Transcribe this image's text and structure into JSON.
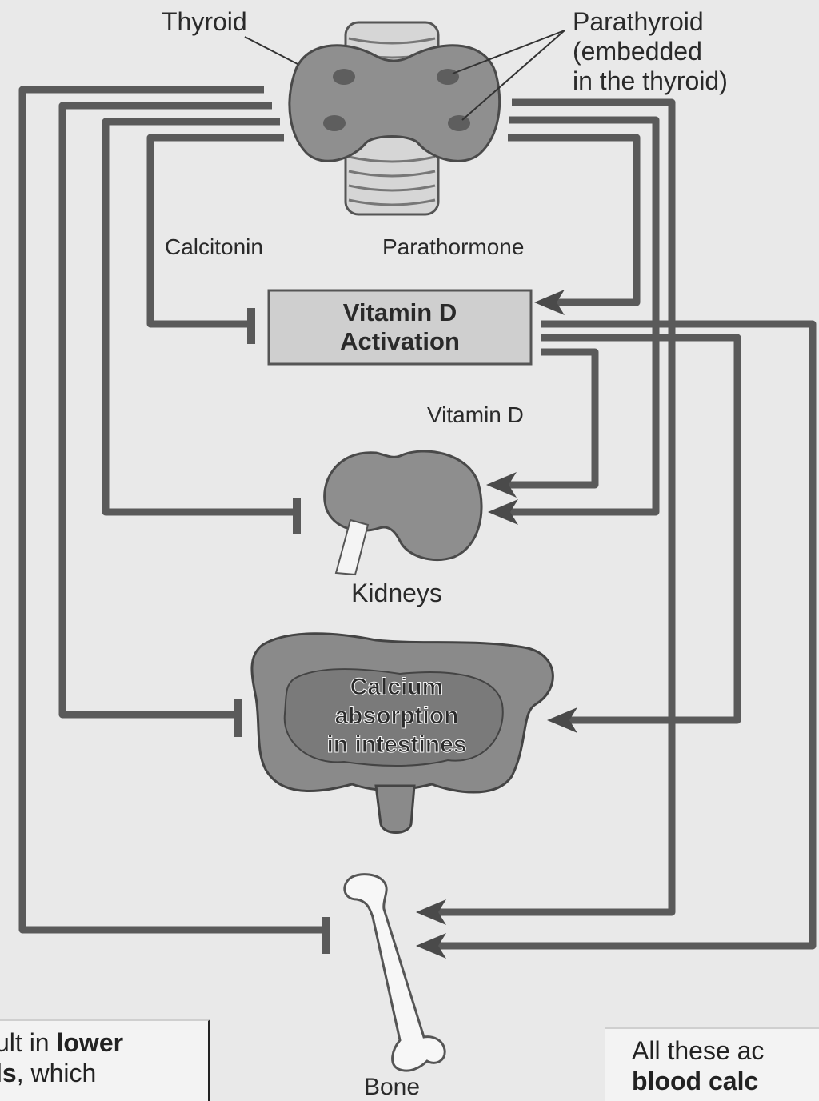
{
  "labels": {
    "thyroid": "Thyroid",
    "parathyroid_1": "Parathyroid",
    "parathyroid_2": "(embedded",
    "parathyroid_3": "in the thyroid)",
    "calcitonin": "Calcitonin",
    "parathormone": "Parathormone",
    "vitd_box_1": "Vitamin D",
    "vitd_box_2": "Activation",
    "vitamin_d": "Vitamin D",
    "kidneys": "Kidneys",
    "calcium_1": "Calcium",
    "calcium_2": "absorption",
    "calcium_3": "in intestines",
    "bone": "Bone"
  },
  "notes": {
    "left_line1_plain": "ult in ",
    "left_line1_bold": "lower",
    "left_line2_bold": "ls",
    "left_line2_plain": ", which",
    "right_line1": "All these ac",
    "right_line2_bold": "blood calc"
  },
  "colors": {
    "background": "#e9e9e9",
    "line": "#5a5a5a",
    "box_fill": "#cfcfcf"
  }
}
